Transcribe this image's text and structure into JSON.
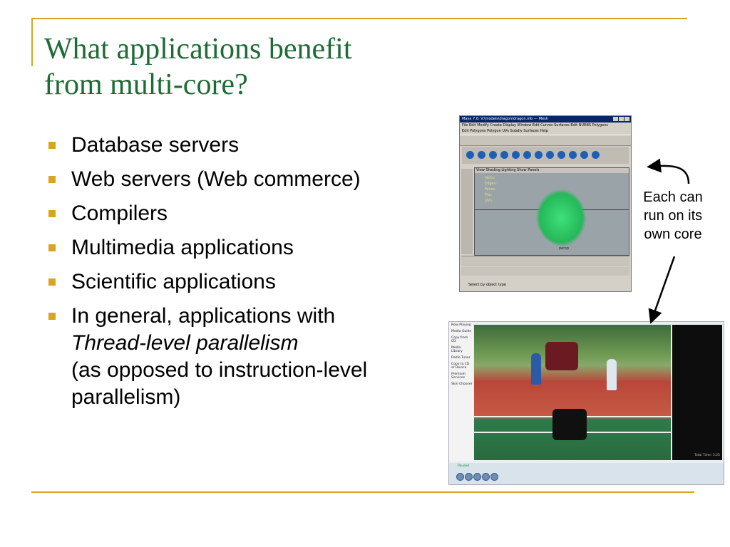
{
  "slide": {
    "title_line1": "What applications benefit",
    "title_line2": "from multi-core?",
    "accent_color": "#d9a521",
    "title_color": "#1d6b35"
  },
  "bullets": [
    {
      "text": "Database servers"
    },
    {
      "text": "Web servers (Web commerce)"
    },
    {
      "text": "Compilers"
    },
    {
      "text": "Multimedia applications"
    },
    {
      "text": "Scientific applications"
    },
    {
      "line1": "In general, applications with",
      "line2_italic": "Thread-level parallelism",
      "line3": "(as opposed to instruction-level",
      "line4": "parallelism)"
    }
  ],
  "callout": {
    "line1": "Each can",
    "line2": "run on its",
    "line3": "own core"
  },
  "maya_window": {
    "title": "Maya 7.0: V:\\models\\dragon\\dragon.mb  ---  Mesh",
    "menu": "File  Edit  Modify  Create  Display  Window  Edit Curves  Surfaces  Edit NURBS  Polygons",
    "menu2": "Edit Polygons  Polygon UVs  Subdiv Surfaces  Help",
    "panel_menu": "View  Shading  Lighting  Show  Panels",
    "hud_labels": [
      "Verts:",
      "Edges:",
      "Faces:",
      "Tris:",
      "UVs:"
    ],
    "camera_label": "persp",
    "status_text": "Select by object type"
  },
  "media_player": {
    "nav_items": [
      "Now Playing",
      "Media Guide",
      "Copy from CD",
      "Media Library",
      "Radio Tuner",
      "Copy to CD or Device",
      "Premium Services",
      "Skin Chooser"
    ],
    "status_text": "Paused",
    "total_time": "Total Time: 5:25"
  }
}
